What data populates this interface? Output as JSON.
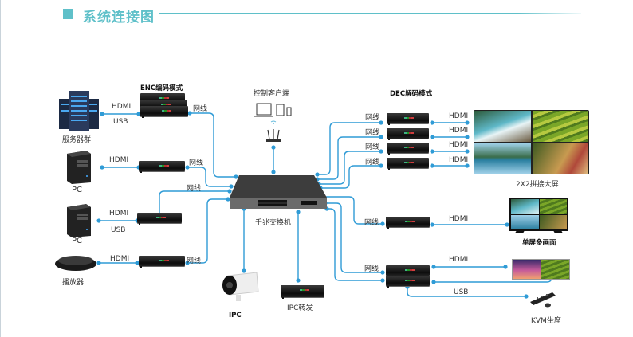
{
  "header": {
    "title": "系统连接图",
    "accent_color": "#5fc0c9"
  },
  "line_color": "#2f9bd6",
  "source_side": {
    "server": {
      "label": "服务器群",
      "links": [
        "HDMI",
        "USB"
      ]
    },
    "encoder_mode_label": "ENC编码模式",
    "pc1": {
      "label": "PC",
      "links": [
        "HDMI"
      ]
    },
    "pc2": {
      "label": "PC",
      "links": [
        "HDMI",
        "USB"
      ]
    },
    "player": {
      "label": "播放器",
      "links": [
        "HDMI"
      ]
    },
    "network_labels": [
      "网线",
      "网线",
      "网线",
      "网线"
    ]
  },
  "center": {
    "client_label": "控制客户端",
    "switch_label": "千兆交换机",
    "ipc_label": "IPC",
    "ipc_forward_label": "IPC转发"
  },
  "decoder_side": {
    "decoder_mode_label": "DEC解码模式",
    "wall_rows": [
      {
        "in": "网线",
        "out": "HDMI"
      },
      {
        "in": "网线",
        "out": "HDMI"
      },
      {
        "in": "网线",
        "out": "HDMI"
      },
      {
        "in": "网线",
        "out": "HDMI"
      }
    ],
    "wall_label": "2X2拼接大屏",
    "single_screen": {
      "in": "网线",
      "out": "HDMI",
      "label": "单屏多画面"
    },
    "kvm": {
      "in": "网线",
      "out": "HDMI",
      "usb": "USB",
      "label": "KVM坐席"
    }
  }
}
